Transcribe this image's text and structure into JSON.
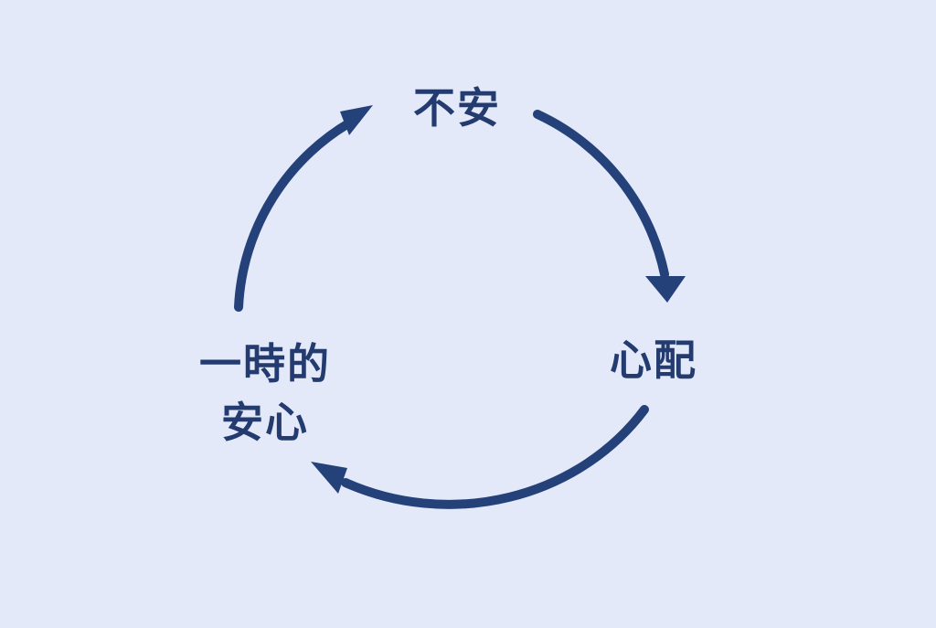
{
  "colors": {
    "background": "#e3e9f8",
    "arrow": "#24417a",
    "text": "#243b70"
  },
  "cycle": {
    "nodes": [
      {
        "id": "top",
        "lines": [
          "不安"
        ]
      },
      {
        "id": "right",
        "lines": [
          "心配"
        ]
      },
      {
        "id": "left",
        "lines": [
          "一時的",
          "安心"
        ]
      }
    ],
    "edges": [
      {
        "from": "top",
        "to": "right"
      },
      {
        "from": "right",
        "to": "left"
      },
      {
        "from": "left",
        "to": "top"
      }
    ]
  }
}
